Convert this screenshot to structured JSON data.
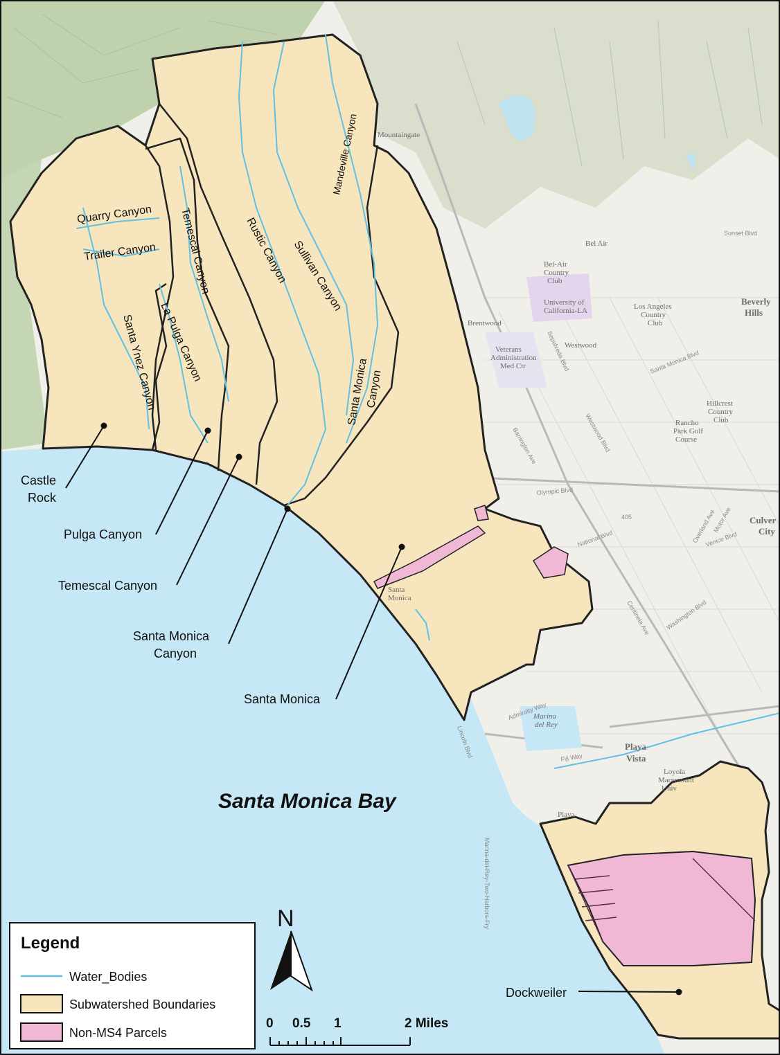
{
  "map": {
    "bay_label": "Santa Monica Bay",
    "colors": {
      "ocean": "#c6e7f5",
      "land": "#f0efe9",
      "hills": "#bfd1ad",
      "subwatershed_fill": "#f6e5bd",
      "non_ms4_fill": "#f1b8d6",
      "water_bodies": "#5fc1e3",
      "boundary": "#222222"
    },
    "subwatershed_labels": [
      "Quarry Canyon",
      "Trailer Canyon",
      "Temescal Canyon",
      "Rustic Canyon",
      "Sullivan Canyon",
      "Mandeville Canyon",
      "Santa Ynez Canyon",
      "La Pulga Canyon",
      "Santa Monica",
      "Canyon"
    ],
    "callouts": [
      "Castle",
      "Rock",
      "Pulga Canyon",
      "Temescal Canyon",
      "Santa Monica",
      "Canyon",
      "Santa Monica",
      "Dockweiler"
    ],
    "places": [
      "Bel Air",
      "Bel-Air",
      "Country",
      "Club",
      "University of",
      "California-LA",
      "Los Angeles",
      "Country",
      "Club",
      "Brentwood",
      "Westwood",
      "Beverly",
      "Hills",
      "Veterans",
      "Administration",
      "Med Ctr",
      "Hillcrest",
      "Country",
      "Club",
      "Rancho",
      "Park Golf",
      "Course",
      "Culver",
      "City",
      "Marina",
      "del Rey",
      "Playa",
      "Vista",
      "Loyola",
      "Marymount",
      "Univ",
      "Playa",
      "Santa",
      "Monica",
      "Mountaingate"
    ],
    "streets": [
      "Santa Monica Blvd",
      "Sunset Blvd",
      "Olympic Blvd",
      "National Blvd",
      "Venice Blvd",
      "Washington Blvd",
      "Westwood Blvd",
      "Sepulveda Blvd",
      "Overland Ave",
      "Motor Ave",
      "Barrington Ave",
      "Centinela Ave",
      "Lincoln Blvd",
      "Admiralty Way",
      "Fiji Way",
      "Marina-del-Rey-Two-Harbors-Fry",
      "405"
    ]
  },
  "legend": {
    "title": "Legend",
    "items": [
      {
        "label": "Water_Bodies",
        "kind": "line"
      },
      {
        "label": "Subwatershed Boundaries",
        "kind": "polygon"
      },
      {
        "label": "Non-MS4 Parcels",
        "kind": "polygon"
      }
    ]
  },
  "north_arrow": {
    "label": "N"
  },
  "scale_bar": {
    "ticks": [
      "0",
      "0.5",
      "1",
      "2 Miles"
    ]
  }
}
